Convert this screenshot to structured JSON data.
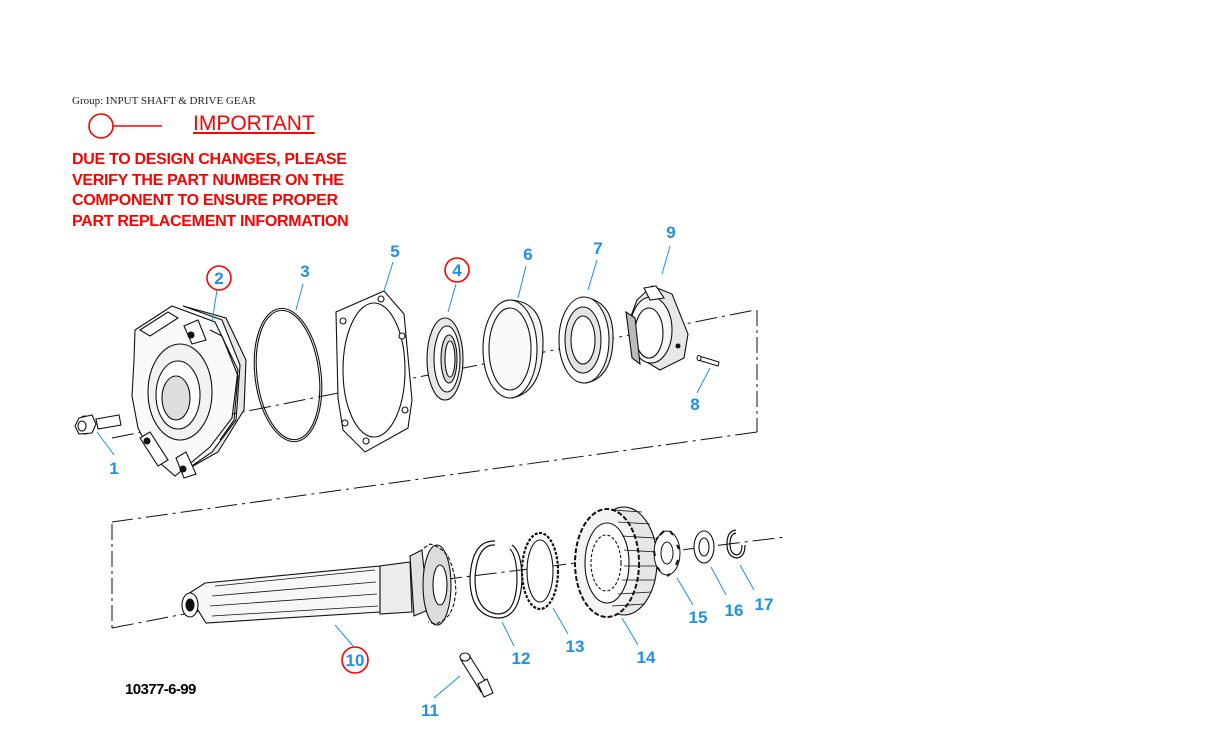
{
  "group_label": "Group: INPUT SHAFT & DRIVE GEAR",
  "important": {
    "title": "IMPORTANT",
    "notice_lines": [
      "DUE TO DESIGN CHANGES, PLEASE",
      "VERIFY THE PART NUMBER ON THE",
      "COMPONENT TO ENSURE PROPER",
      "PART REPLACEMENT INFORMATION"
    ]
  },
  "drawing_code": "10377-6-99",
  "colors": {
    "callout_blue": "#1e90e6",
    "important_red": "#ff0000",
    "line": "#111111"
  },
  "callouts": [
    {
      "number": "1",
      "important": false
    },
    {
      "number": "2",
      "important": true
    },
    {
      "number": "3",
      "important": false
    },
    {
      "number": "4",
      "important": true
    },
    {
      "number": "5",
      "important": false
    },
    {
      "number": "6",
      "important": false
    },
    {
      "number": "7",
      "important": false
    },
    {
      "number": "8",
      "important": false
    },
    {
      "number": "9",
      "important": false
    },
    {
      "number": "10",
      "important": true
    },
    {
      "number": "11",
      "important": false
    },
    {
      "number": "12",
      "important": false
    },
    {
      "number": "13",
      "important": false
    },
    {
      "number": "14",
      "important": false
    },
    {
      "number": "15",
      "important": false
    },
    {
      "number": "16",
      "important": false
    },
    {
      "number": "17",
      "important": false
    }
  ]
}
